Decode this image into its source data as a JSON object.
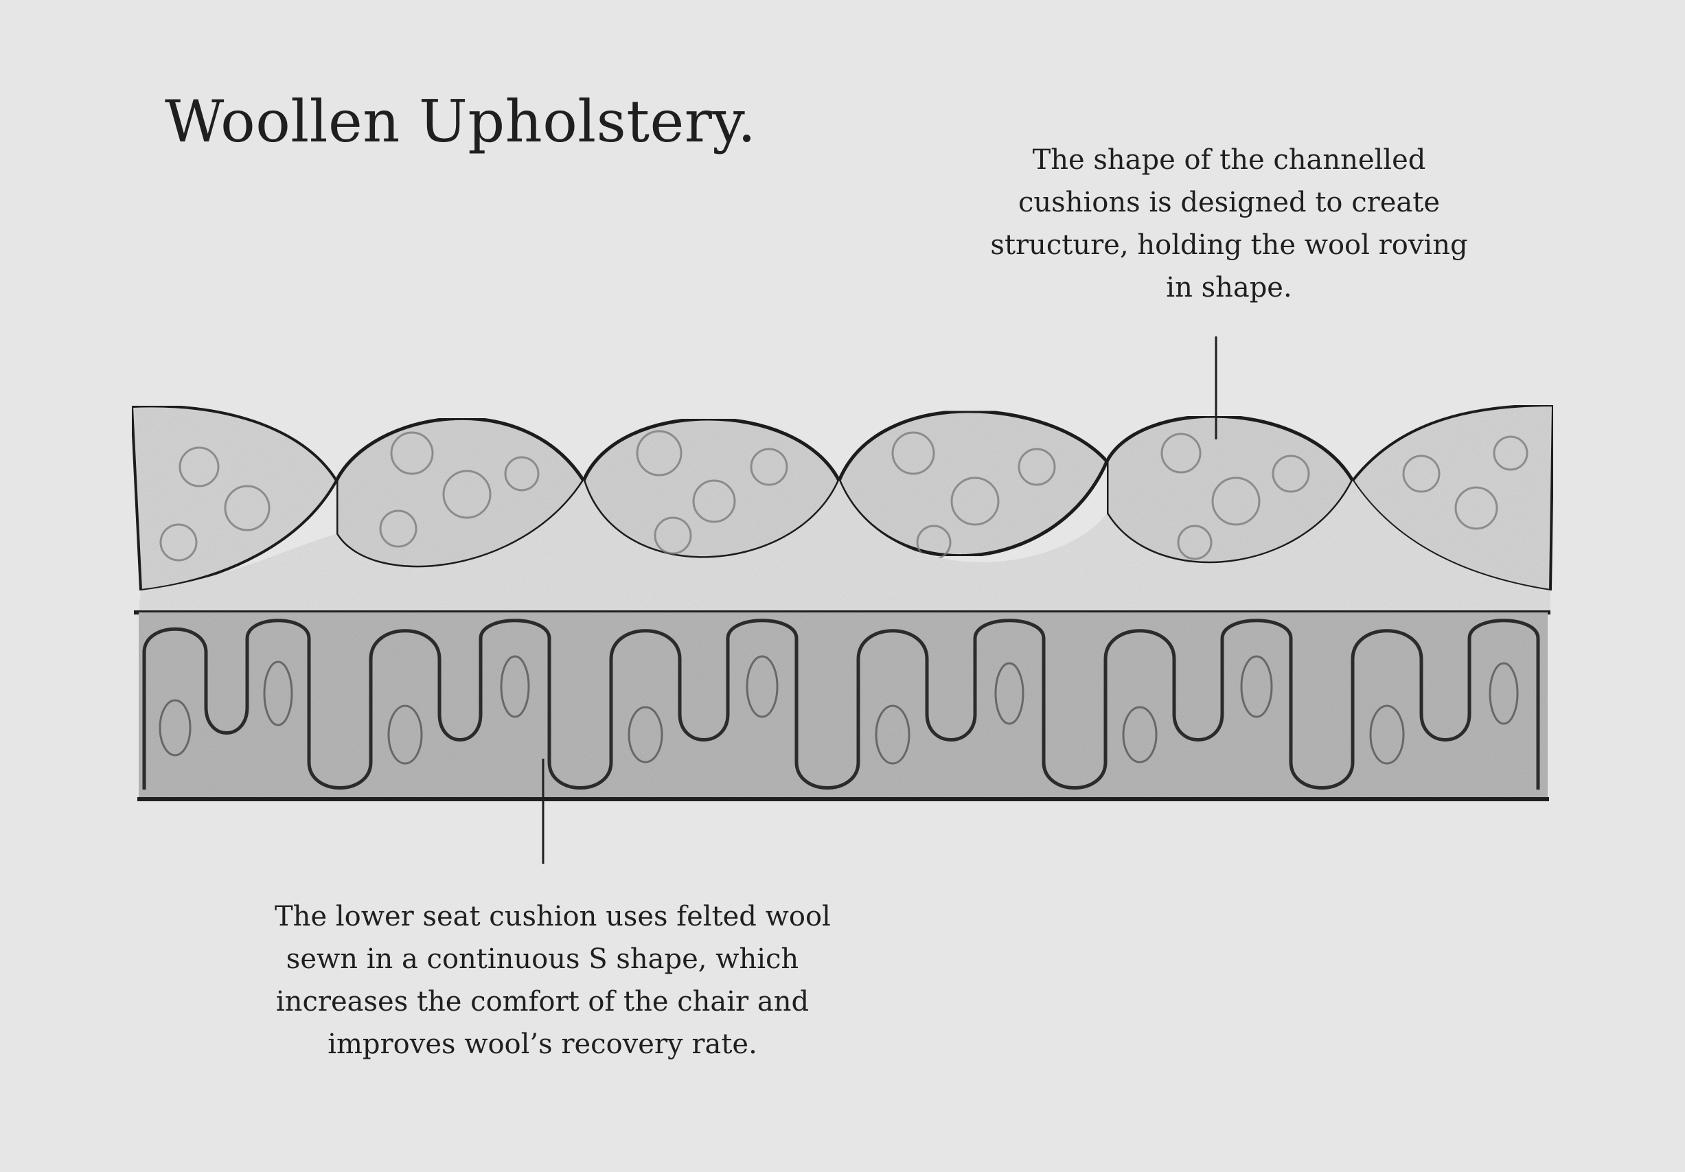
{
  "title": "Woollen Upholstery.",
  "annotations": {
    "top": {
      "lines": [
        "The shape of the channelled",
        "cushions is designed to create",
        "structure, holding the wool roving",
        "in shape."
      ]
    },
    "bottom": {
      "lines": [
        "The lower seat cushion uses felted wool",
        "sewn in a continuous S shape,  which",
        "increases the comfort of the chair and",
        "improves wool’s recovery rate."
      ]
    }
  },
  "colors": {
    "background": "#e6e6e6",
    "ink": "#1f1f1f",
    "fill_light": "#d4d4d4",
    "fill_dark": "#b5b5b5"
  }
}
